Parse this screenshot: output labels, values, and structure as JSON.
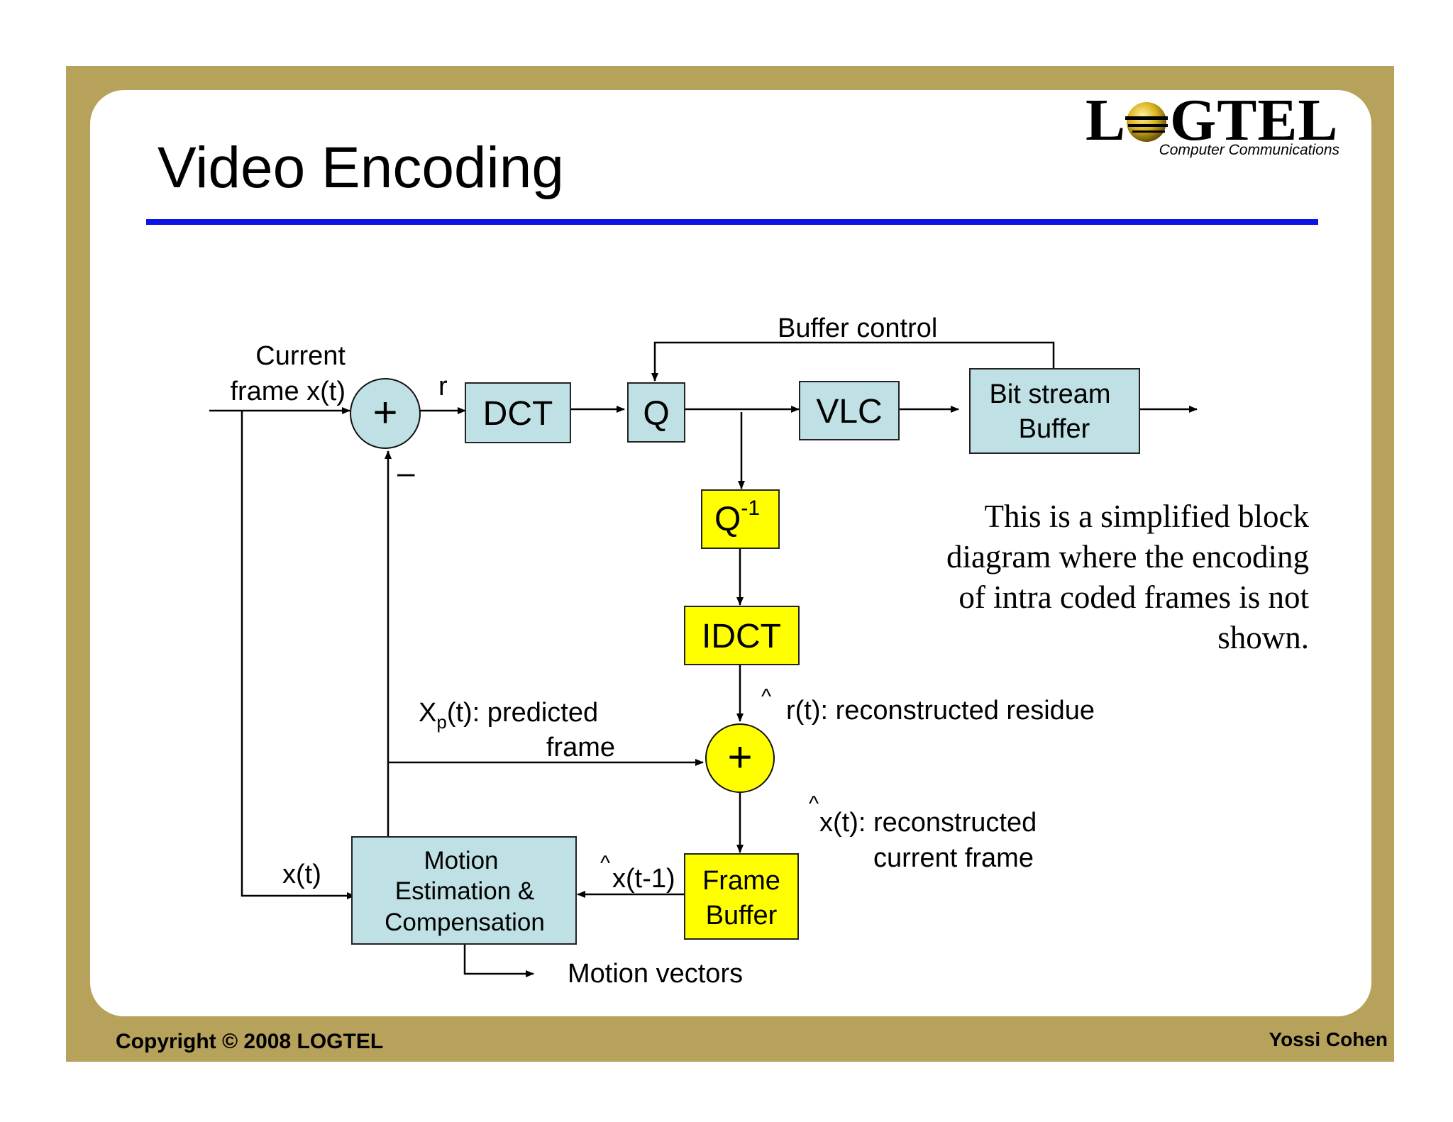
{
  "slide": {
    "title": "Video Encoding",
    "note": "This is a simplified block diagram where the encoding of intra coded frames is not shown."
  },
  "logo": {
    "wordmark_start": "L",
    "wordmark_end": "GTEL",
    "subtitle": "Computer Communications"
  },
  "footer": {
    "copyright": "Copyright © 2008 LOGTEL",
    "author": "Yossi Cohen"
  },
  "diagram": {
    "blocks": {
      "dct": "DCT",
      "q": "Q",
      "q_inv_base": "Q",
      "q_inv_sup": "-1",
      "vlc": "VLC",
      "bitstream_line1": "Bit stream",
      "bitstream_line2": "Buffer",
      "idct": "IDCT",
      "frame_buffer_line1": "Frame",
      "frame_buffer_line2": "Buffer",
      "me_line1": "Motion",
      "me_line2": "Estimation &",
      "me_line3": "Compensation",
      "adder_symbol": "+"
    },
    "labels": {
      "current_line1": "Current",
      "current_line2": "frame x(t)",
      "r": "r",
      "minus": "–",
      "buffer_control": "Buffer control",
      "predicted_x": "X",
      "predicted_sub": "p",
      "predicted_rest": "(t): predicted",
      "predicted_line2": "frame",
      "hat": "^",
      "recon_residue": "r(t): reconstructed residue",
      "recon_frame_line1": "x(t): reconstructed",
      "recon_frame_line2": "current frame",
      "xt": "x(t)",
      "xt_minus1": "x(t-1)",
      "motion_vectors": "Motion vectors"
    }
  },
  "colors": {
    "frame": "#b7a25b",
    "rule": "#0a14e6",
    "cyan_block": "#bfe0e4",
    "yellow_block": "#ffff00"
  }
}
